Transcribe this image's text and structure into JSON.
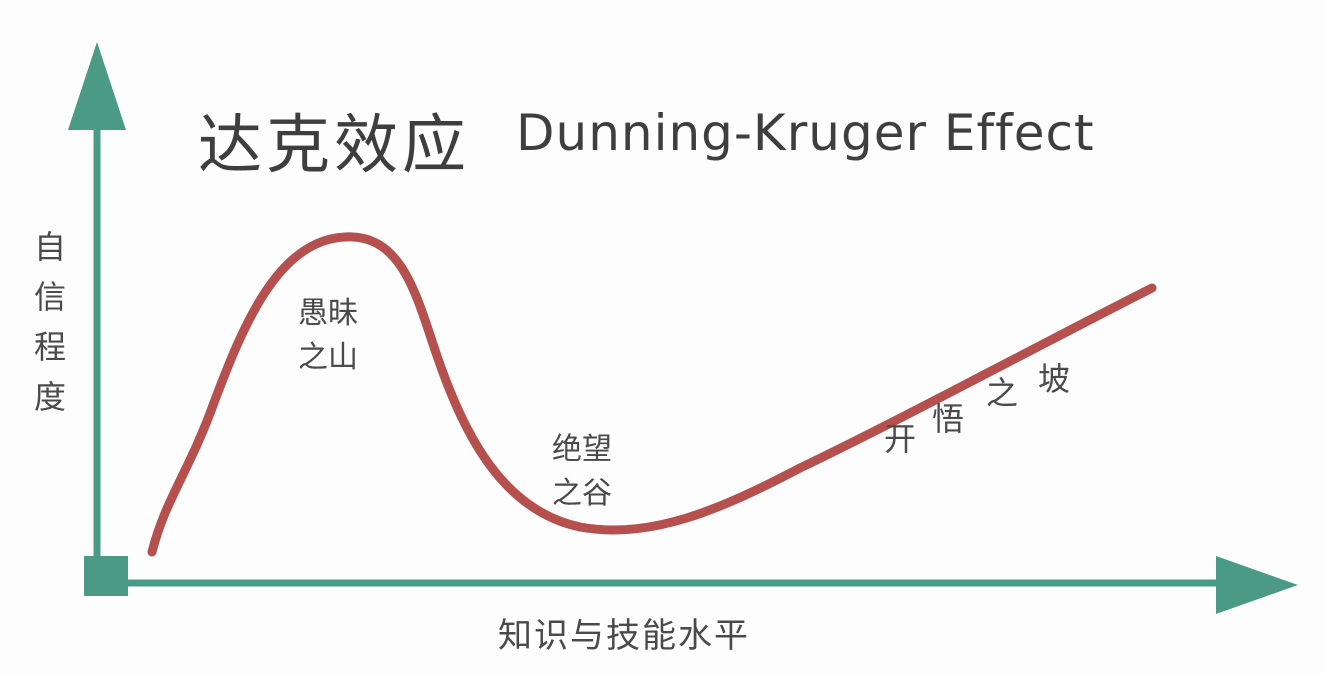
{
  "title": {
    "chinese": "达克效应",
    "english": "Dunning-Kruger Effect"
  },
  "axes": {
    "y_label": "自信程度",
    "x_label": "知识与技能水平"
  },
  "stages": {
    "peak": {
      "line1": "愚昧",
      "line2": "之山"
    },
    "valley": {
      "line1": "绝望",
      "line2": "之谷"
    },
    "slope": {
      "chars": [
        "开",
        "悟",
        "之",
        "坡"
      ]
    }
  },
  "colors": {
    "axis": "#4a9a86",
    "curve": "#b5504f",
    "text": "#4a4a4a"
  }
}
